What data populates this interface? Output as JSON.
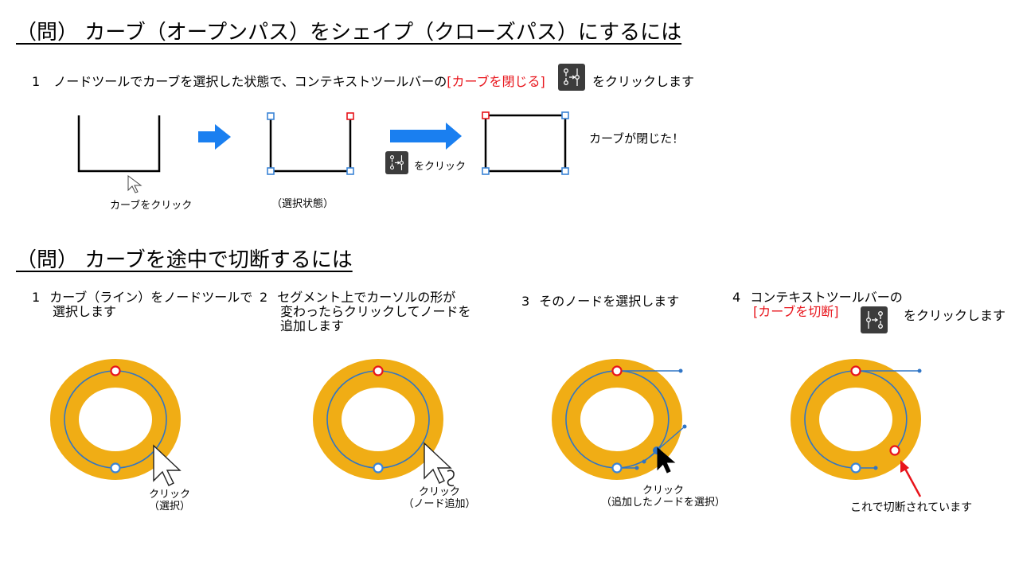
{
  "section1": {
    "title": "（問） カーブ（オープンパス）をシェイプ（クローズパス）にするには",
    "step1": {
      "number": "1",
      "text_before": "ノードツールでカーブを選択した状態で、コンテキストツールバーの",
      "highlight": "[カーブを閉じる]",
      "text_after": "をクリックします"
    },
    "diagram": {
      "caption_click": "カーブをクリック",
      "caption_selected": "（選択状態）",
      "click_icon_label": "をクリック",
      "result": "カーブが閉じた！"
    }
  },
  "section2": {
    "title": "（問） カーブを途中で切断するには",
    "steps": [
      {
        "number": "1",
        "lines": [
          "カーブ（ライン）をノードツールで",
          "選択します"
        ]
      },
      {
        "number": "2",
        "lines": [
          "セグメント上でカーソルの形が",
          "変わったらクリックしてノードを",
          "追加します"
        ]
      },
      {
        "number": "3",
        "lines": [
          "そのノードを選択します"
        ]
      },
      {
        "number": "4",
        "lines": [
          "コンテキストツールバーの"
        ],
        "highlight": "[カーブを切断]",
        "text_after": "をクリックします"
      }
    ],
    "captions": {
      "c1_line1": "クリック",
      "c1_line2": "（選択）",
      "c2_line1": "クリック",
      "c2_line2": "（ノード追加）",
      "c3_line1": "クリック",
      "c3_line2": "（追加したノードを選択）",
      "c4": "これで切断されています"
    }
  },
  "colors": {
    "ring": "#f0ad15",
    "path": "#2f75c6",
    "node_red": "#e8141b",
    "node_blue": "#3a84d6",
    "arrow_blue": "#1a7ff0",
    "icon_bg": "#3c3c3c"
  },
  "icons": {
    "close_curve": "close-curve-icon",
    "break_curve": "break-curve-icon",
    "pointer": "pointer-cursor-icon",
    "add_node_cursor": "add-node-cursor-icon"
  }
}
